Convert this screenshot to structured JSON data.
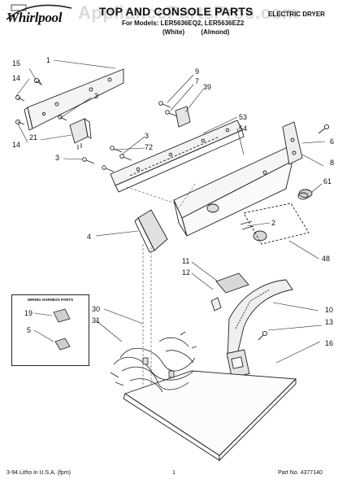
{
  "header": {
    "brand": "Whirlpool",
    "title": "TOP AND CONSOLE PARTS",
    "models": "For Models: LER5636EQ2, LER5636EZ2",
    "colors": "(White) (Almond)",
    "product_type": "ELECTRIC DRYER",
    "watermark": "AppliancePartsPros.com"
  },
  "callouts": [
    {
      "id": "c1",
      "label": "1"
    },
    {
      "id": "c15",
      "label": "15"
    },
    {
      "id": "c14a",
      "label": "14"
    },
    {
      "id": "c3a",
      "label": "3"
    },
    {
      "id": "c14b",
      "label": "14"
    },
    {
      "id": "c21",
      "label": "21"
    },
    {
      "id": "c3b",
      "label": "3"
    },
    {
      "id": "c72",
      "label": "72"
    },
    {
      "id": "c3c",
      "label": "3"
    },
    {
      "id": "c9",
      "label": "9"
    },
    {
      "id": "c7",
      "label": "7"
    },
    {
      "id": "c39",
      "label": "39"
    },
    {
      "id": "c53",
      "label": "53"
    },
    {
      "id": "c54",
      "label": "54"
    },
    {
      "id": "c6",
      "label": "6"
    },
    {
      "id": "c8",
      "label": "8"
    },
    {
      "id": "c61",
      "label": "61"
    },
    {
      "id": "c2",
      "label": "2"
    },
    {
      "id": "c4",
      "label": "4"
    },
    {
      "id": "c48",
      "label": "48"
    },
    {
      "id": "c11",
      "label": "11"
    },
    {
      "id": "c12",
      "label": "12"
    },
    {
      "id": "c10",
      "label": "10"
    },
    {
      "id": "c30",
      "label": "30"
    },
    {
      "id": "c31",
      "label": "31"
    },
    {
      "id": "c13",
      "label": "13"
    },
    {
      "id": "c16",
      "label": "16"
    },
    {
      "id": "c19",
      "label": "19"
    },
    {
      "id": "c5",
      "label": "5"
    }
  ],
  "legend": {
    "title": "WIRING HARNESS PARTS"
  },
  "footer": {
    "left": "3-94 Litho in U.S.A. (fpm)",
    "center": "1",
    "right": "Part No. 4377140"
  }
}
